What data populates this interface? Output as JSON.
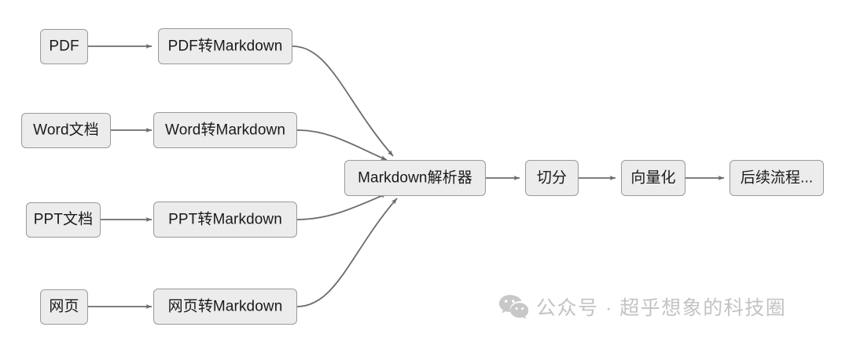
{
  "diagram": {
    "type": "flowchart",
    "direction": "left-to-right",
    "nodes": {
      "pdf_source": "PDF",
      "pdf_convert": "PDF转Markdown",
      "word_source": "Word文档",
      "word_convert": "Word转Markdown",
      "ppt_source": "PPT文档",
      "ppt_convert": "PPT转Markdown",
      "web_source": "网页",
      "web_convert": "网页转Markdown",
      "parser": "Markdown解析器",
      "split": "切分",
      "vectorize": "向量化",
      "next": "后续流程..."
    },
    "edges": [
      {
        "from": "pdf_source",
        "to": "pdf_convert"
      },
      {
        "from": "word_source",
        "to": "word_convert"
      },
      {
        "from": "ppt_source",
        "to": "ppt_convert"
      },
      {
        "from": "web_source",
        "to": "web_convert"
      },
      {
        "from": "pdf_convert",
        "to": "parser"
      },
      {
        "from": "word_convert",
        "to": "parser"
      },
      {
        "from": "ppt_convert",
        "to": "parser"
      },
      {
        "from": "web_convert",
        "to": "parser"
      },
      {
        "from": "parser",
        "to": "split"
      },
      {
        "from": "split",
        "to": "vectorize"
      },
      {
        "from": "vectorize",
        "to": "next"
      }
    ],
    "colors": {
      "node_fill": "#ececec",
      "node_border": "#9a9a9a",
      "node_text": "#1a1a1a",
      "edge": "#6b6b6b",
      "background": "#ffffff",
      "watermark": "#c3c3c3"
    }
  },
  "watermark": {
    "icon": "wechat-icon",
    "text": "公众号 · 超乎想象的科技圈"
  }
}
